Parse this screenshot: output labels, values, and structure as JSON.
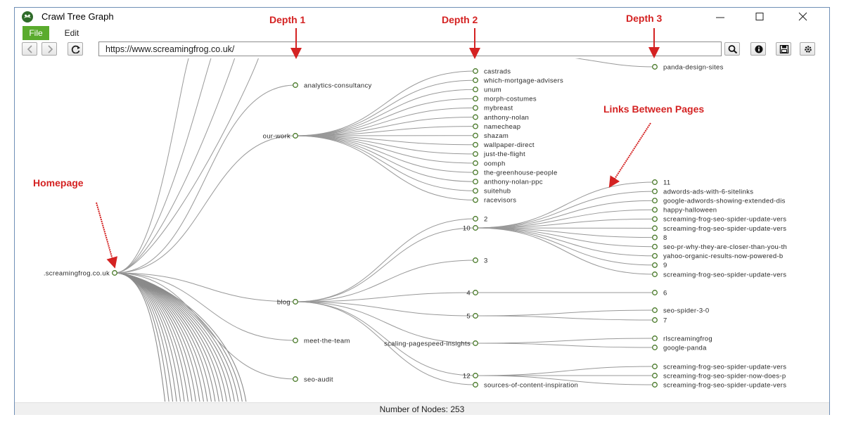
{
  "window": {
    "title": "Crawl Tree Graph",
    "icon": "frog-icon"
  },
  "menu": {
    "file": "File",
    "edit": "Edit"
  },
  "toolbar": {
    "url": "https://www.screamingfrog.co.uk/",
    "back_icon": "chevron-left-icon",
    "forward_icon": "chevron-right-icon",
    "refresh_icon": "refresh-icon",
    "search_icon": "search-icon",
    "info_icon": "info-icon",
    "save_icon": "save-icon",
    "settings_icon": "gear-icon"
  },
  "status": {
    "node_count": "Number of Nodes: 253"
  },
  "annotations": {
    "depth1": "Depth 1",
    "depth2": "Depth 2",
    "depth3": "Depth 3",
    "homepage": "Homepage",
    "links": "Links Between Pages",
    "color": "#d42222"
  },
  "tree": {
    "root": ".screamingfrog.co.uk",
    "depth1": [
      "analytics-consultancy",
      "our-work",
      "blog",
      "meet-the-team",
      "seo-audit"
    ],
    "our_work_children": [
      "castrads",
      "which-mortgage-advisers",
      "unum",
      "morph-costumes",
      "mybreast",
      "anthony-nolan",
      "namecheap",
      "shazam",
      "wallpaper-direct",
      "just-the-flight",
      "oomph",
      "the-greenhouse-people",
      "anthony-nolan-ppc",
      "suitehub",
      "racevisors"
    ],
    "blog_children": [
      "2",
      "10",
      "3",
      "4",
      "5",
      "scaling-pagespeed-insights",
      "12",
      "sources-of-content-inspiration"
    ],
    "top_depth3": "panda-design-sites",
    "node_10_children": [
      "11",
      "adwords-ads-with-6-sitelinks",
      "google-adwords-showing-extended-dis",
      "happy-halloween",
      "screaming-frog-seo-spider-update-vers",
      "screaming-frog-seo-spider-update-vers",
      "8",
      "seo-pr-why-they-are-closer-than-you-th",
      "yahoo-organic-results-now-powered-b",
      "9",
      "screaming-frog-seo-spider-update-vers"
    ],
    "node_4_children": [
      "6"
    ],
    "node_5_children": [
      "seo-spider-3-0",
      "7"
    ],
    "scaling_children": [
      "rlscreamingfrog",
      "google-panda"
    ],
    "node_12_children": [
      "screaming-frog-seo-spider-update-vers",
      "screaming-frog-seo-spider-now-does-p",
      "screaming-frog-seo-spider-update-vers"
    ],
    "link_color": "#999999",
    "node_color": "#4a7a2a"
  }
}
